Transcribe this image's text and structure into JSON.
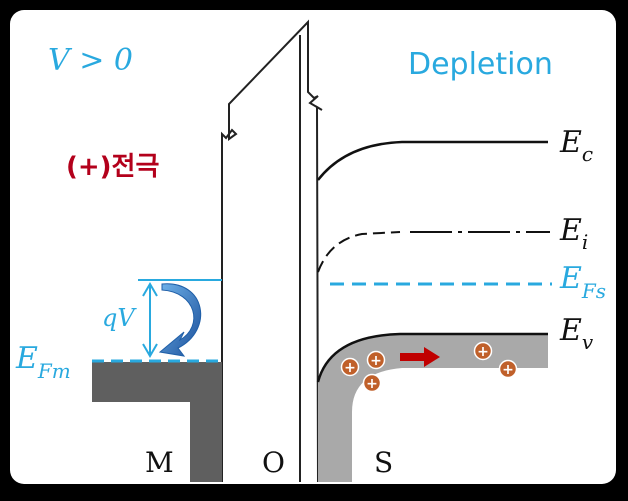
{
  "labels": {
    "condition": "V > 0",
    "mode": "Depletion",
    "electrode": "(+)전극",
    "qv": "qV",
    "efm": "E",
    "efm_sub": "Fm",
    "ec": "E",
    "ec_sub": "c",
    "ei": "E",
    "ei_sub": "i",
    "efs": "E",
    "efs_sub": "Fs",
    "ev": "E",
    "ev_sub": "v",
    "m": "M",
    "o": "O",
    "s": "S",
    "hole": "+"
  },
  "colors": {
    "cyan": "#29a9df",
    "dark_red": "#b3001b",
    "arrow_red": "#c00000",
    "blue_arrow": "#1f5fa8",
    "metal_gray": "#5f5f5f",
    "semi_gray": "#a9a9a9",
    "hole_fill": "#c0602a"
  }
}
